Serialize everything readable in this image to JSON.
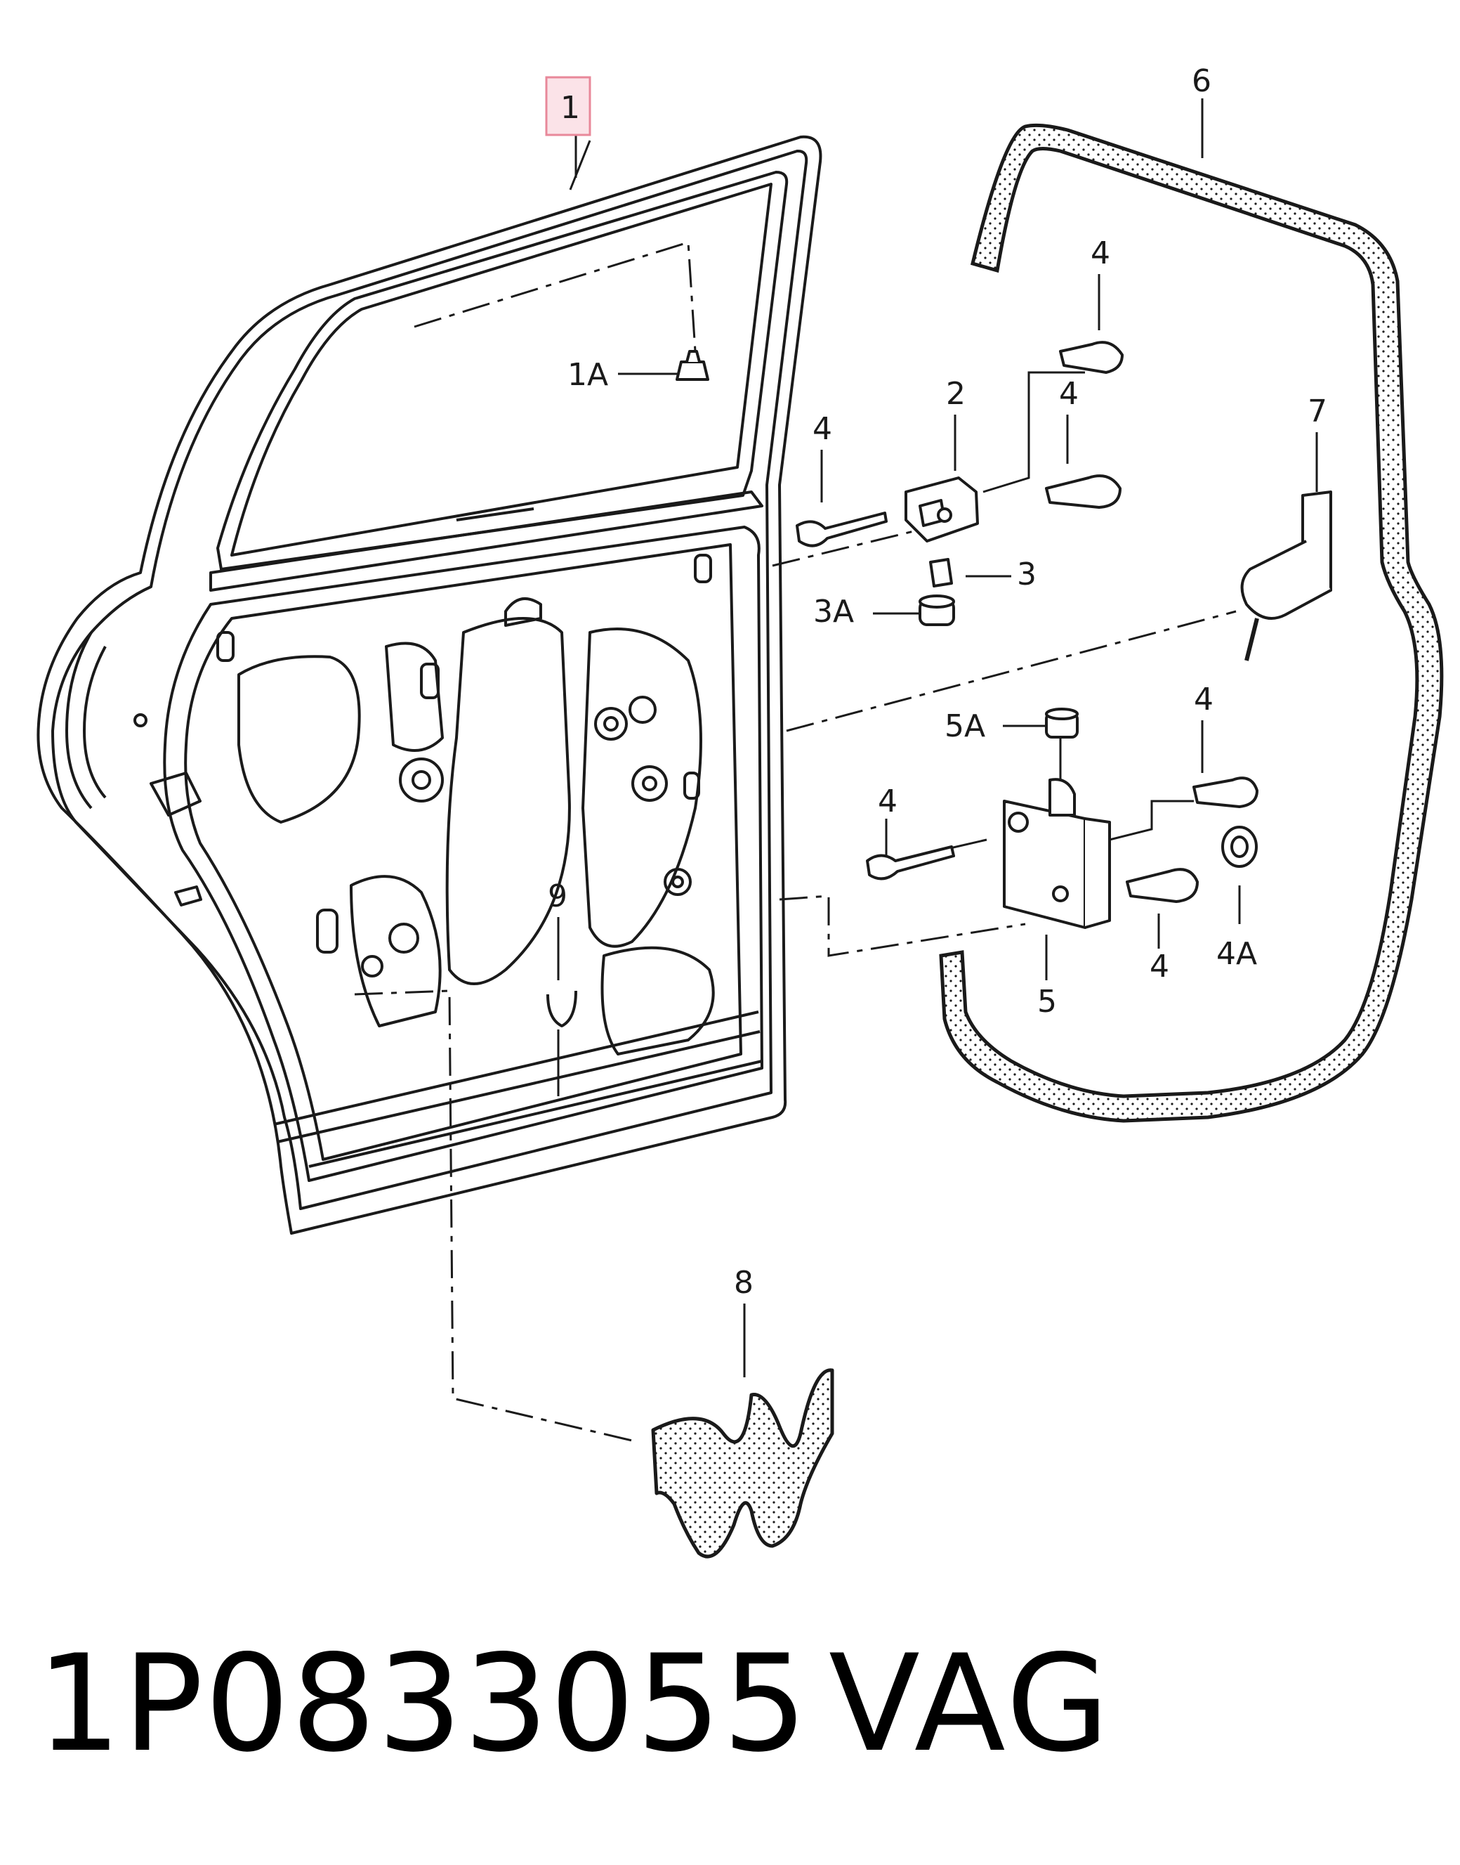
{
  "diagram": {
    "callouts": {
      "c1": "1",
      "c1a": "1A",
      "c2": "2",
      "c3": "3",
      "c3a": "3A",
      "c4_top": "4",
      "c4_mid_right": "4",
      "c4_mid_left": "4",
      "c4_lower_left": "4",
      "c4_lower_right": "4",
      "c4_bottom": "4",
      "c4a": "4A",
      "c5": "5",
      "c5a": "5A",
      "c6": "6",
      "c7": "7",
      "c8": "8",
      "c9": "9"
    }
  },
  "footer": {
    "part_number": "1P0833055",
    "brand": "VAG"
  },
  "colors": {
    "line": "#1a1a1a",
    "highlight_fill": "#fbe3e8",
    "highlight_stroke": "#e8889a"
  }
}
